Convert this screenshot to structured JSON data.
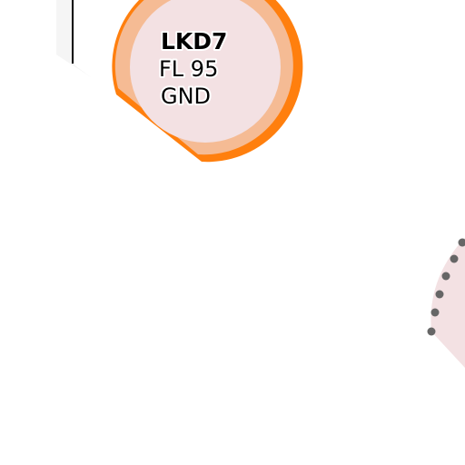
{
  "map": {
    "colors": {
      "background": "#ffffff",
      "area_fill": "#f3e1e3",
      "area_band": "#f5bb94",
      "area_border": "#ff7f0e",
      "dotted_boundary": "#666666",
      "boundary_line": "#000000"
    },
    "airspace": {
      "name": "LKD7",
      "upper_limit": "FL 95",
      "lower_limit": "GND"
    }
  }
}
